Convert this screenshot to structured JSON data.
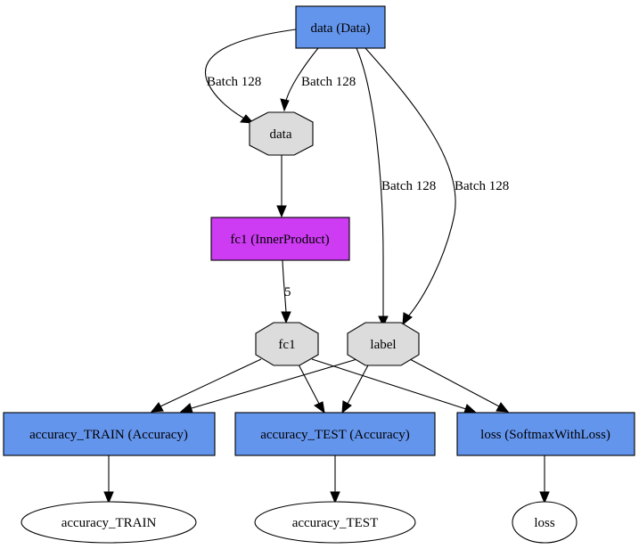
{
  "colors": {
    "data_layer": "#6495ed",
    "innerproduct_layer": "#cd3cf2",
    "accuracy_layer": "#6495ed",
    "loss_layer": "#6495ed",
    "blob": "#dcdcdc",
    "output": "#ffffff"
  },
  "nodes": {
    "data_layer": "data (Data)",
    "data_blob": "data",
    "fc1_layer": "fc1 (InnerProduct)",
    "fc1_blob": "fc1",
    "label_blob": "label",
    "acc_train_layer": "accuracy_TRAIN (Accuracy)",
    "acc_test_layer": "accuracy_TEST (Accuracy)",
    "loss_layer": "loss (SoftmaxWithLoss)",
    "acc_train_out": "accuracy_TRAIN",
    "acc_test_out": "accuracy_TEST",
    "loss_out": "loss"
  },
  "edge_labels": {
    "data_to_datablob_a": "Batch 128",
    "data_to_datablob_b": "Batch 128",
    "data_to_label_a": "Batch 128",
    "data_to_label_b": "Batch 128",
    "fc1_to_fc1blob": "5"
  }
}
